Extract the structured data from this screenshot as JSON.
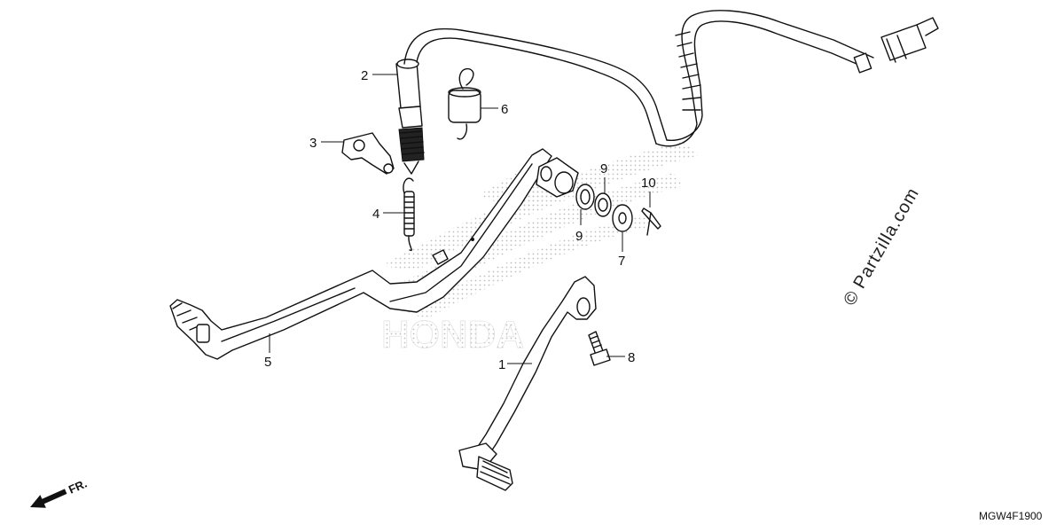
{
  "callouts": {
    "c1": "1",
    "c2": "2",
    "c3": "3",
    "c4": "4",
    "c5": "5",
    "c6": "6",
    "c7": "7",
    "c8": "8",
    "c9a": "9",
    "c9b": "9",
    "c10": "10"
  },
  "watermark": "© Partzilla.com",
  "diagram_code": "MGW4F1900",
  "front_indicator": "FR.",
  "logo_text": "HONDA"
}
